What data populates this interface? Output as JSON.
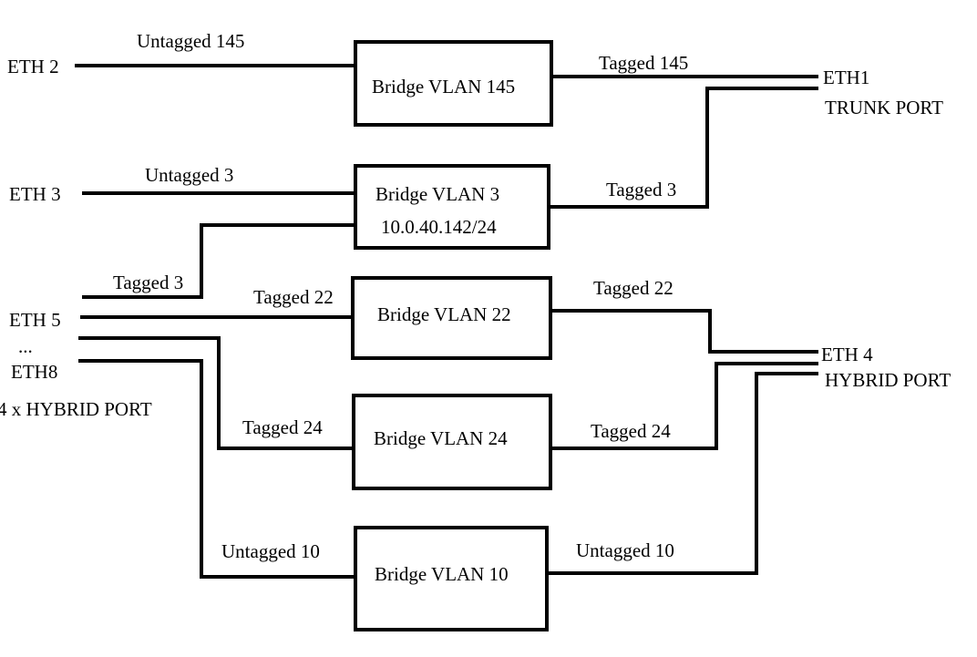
{
  "ports": {
    "eth2": "ETH 2",
    "eth3": "ETH 3",
    "eth5": "ETH 5",
    "ellipsis": "...",
    "eth8": "ETH8",
    "eth5_8_note": "4 x HYBRID PORT",
    "eth1": "ETH1",
    "eth1_note": "TRUNK PORT",
    "eth4": "ETH 4",
    "eth4_note": "HYBRID PORT"
  },
  "bridges": {
    "vlan145": "Bridge VLAN 145",
    "vlan3": "Bridge VLAN 3",
    "vlan3_ip": "10.0.40.142/24",
    "vlan22": "Bridge VLAN 22",
    "vlan24": "Bridge VLAN 24",
    "vlan10": "Bridge VLAN 10"
  },
  "links": {
    "untagged145": "Untagged 145",
    "tagged145": "Tagged 145",
    "untagged3": "Untagged 3",
    "tagged3_right": "Tagged 3",
    "tagged3_left": "Tagged 3",
    "tagged22_left": "Tagged 22",
    "tagged22_right": "Tagged 22",
    "tagged24_left": "Tagged 24",
    "tagged24_right": "Tagged 24",
    "untagged10_left": "Untagged 10",
    "untagged10_right": "Untagged 10"
  }
}
